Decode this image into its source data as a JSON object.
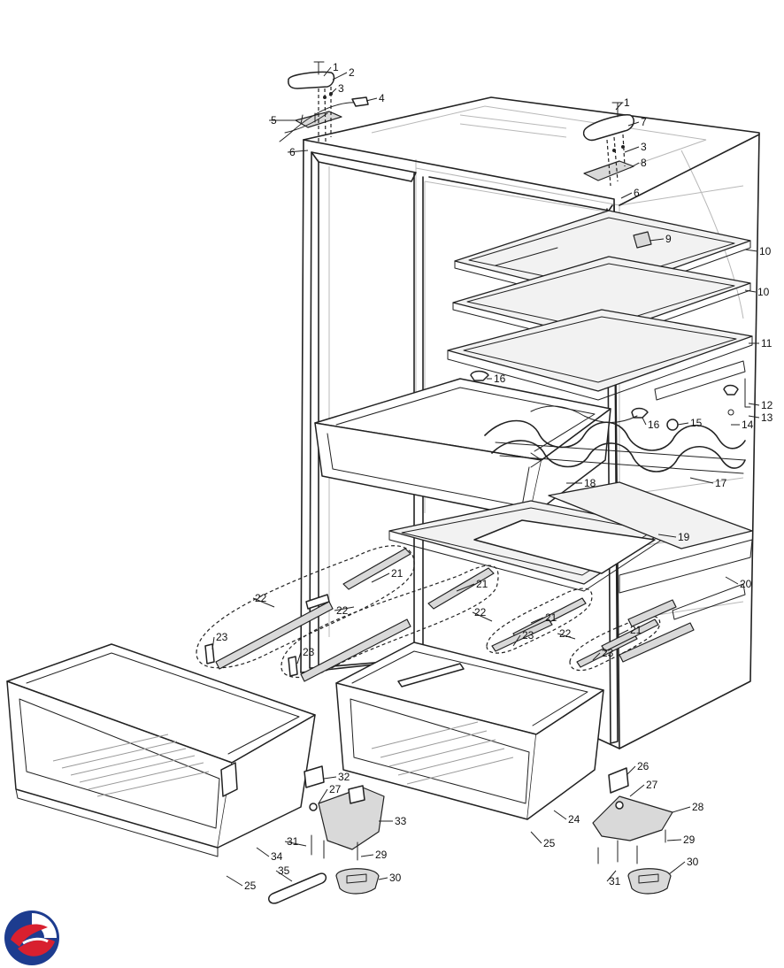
{
  "callouts": [
    "1",
    "2",
    "3",
    "4",
    "5",
    "6",
    "1",
    "7",
    "3",
    "8",
    "6",
    "9",
    "10",
    "10",
    "11",
    "12",
    "13",
    "14",
    "15",
    "16",
    "16",
    "17",
    "18",
    "19",
    "20",
    "21",
    "21",
    "21",
    "21",
    "22",
    "22",
    "22",
    "22",
    "23",
    "23",
    "23",
    "23",
    "24",
    "25",
    "25",
    "26",
    "27",
    "27",
    "28",
    "29",
    "29",
    "30",
    "30",
    "31",
    "31",
    "32",
    "33",
    "34",
    "35"
  ],
  "colors": {
    "line": "#222222",
    "ghost": "#b8b8b8",
    "logo_blue": "#1d3c8f",
    "logo_red": "#d8202f"
  },
  "logo": {
    "icon": "brand-swirl-logo"
  }
}
